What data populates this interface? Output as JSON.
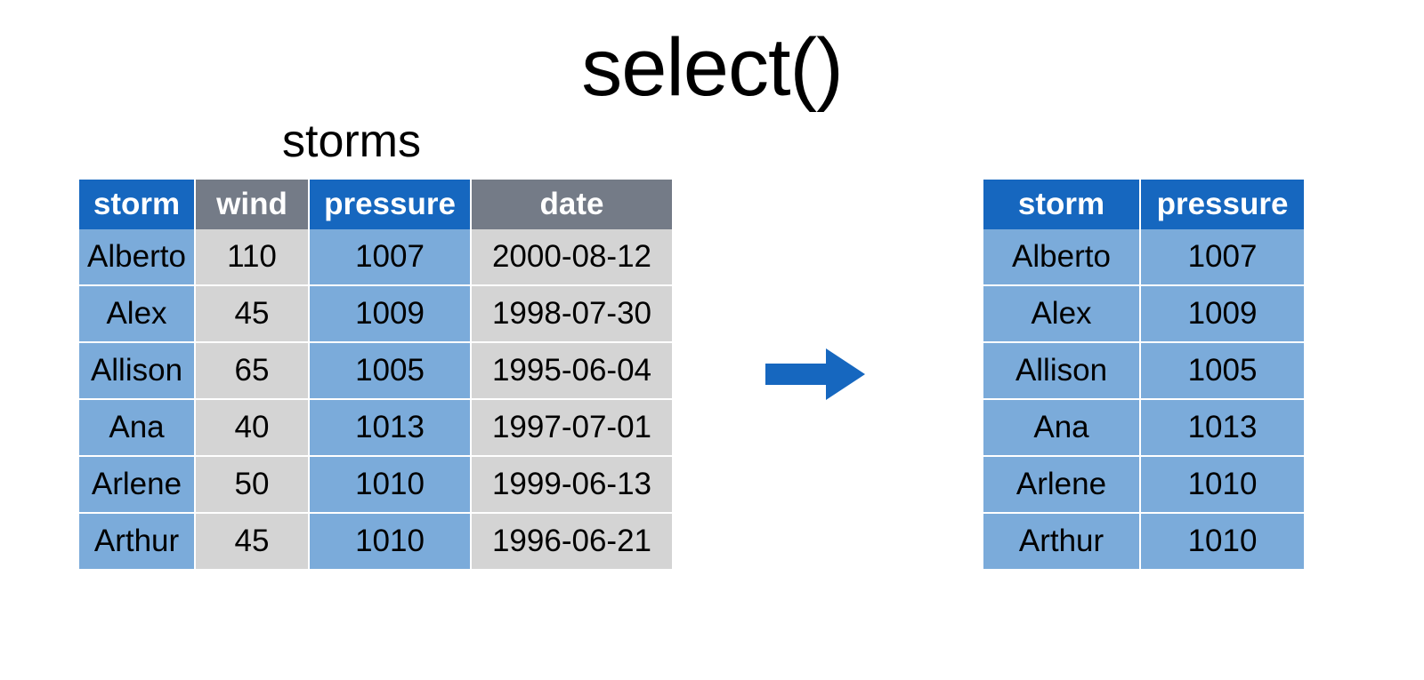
{
  "slide": {
    "title": "select()",
    "background_color": "#FFFFFF"
  },
  "colors": {
    "header_highlight": "#1667BF",
    "header_plain": "#747B87",
    "cell_highlight": "#7BABDA",
    "cell_plain": "#D4D4D4",
    "arrow": "#1667BF",
    "text_dark": "#000000",
    "text_light": "#FFFFFF"
  },
  "source_table": {
    "caption": "storms",
    "columns": [
      {
        "label": "storm",
        "highlighted": true
      },
      {
        "label": "wind",
        "highlighted": false
      },
      {
        "label": "pressure",
        "highlighted": true
      },
      {
        "label": "date",
        "highlighted": false
      }
    ],
    "rows": [
      [
        "Alberto",
        "110",
        "1007",
        "2000-08-12"
      ],
      [
        "Alex",
        "45",
        "1009",
        "1998-07-30"
      ],
      [
        "Allison",
        "65",
        "1005",
        "1995-06-04"
      ],
      [
        "Ana",
        "40",
        "1013",
        "1997-07-01"
      ],
      [
        "Arlene",
        "50",
        "1010",
        "1999-06-13"
      ],
      [
        "Arthur",
        "45",
        "1010",
        "1996-06-21"
      ]
    ]
  },
  "arrow": {
    "direction": "right",
    "icon": "arrow-right-icon"
  },
  "result_table": {
    "caption": "",
    "columns": [
      {
        "label": "storm",
        "highlighted": true
      },
      {
        "label": "pressure",
        "highlighted": true
      }
    ],
    "rows": [
      [
        "Alberto",
        "1007"
      ],
      [
        "Alex",
        "1009"
      ],
      [
        "Allison",
        "1005"
      ],
      [
        "Ana",
        "1013"
      ],
      [
        "Arlene",
        "1010"
      ],
      [
        "Arthur",
        "1010"
      ]
    ]
  }
}
